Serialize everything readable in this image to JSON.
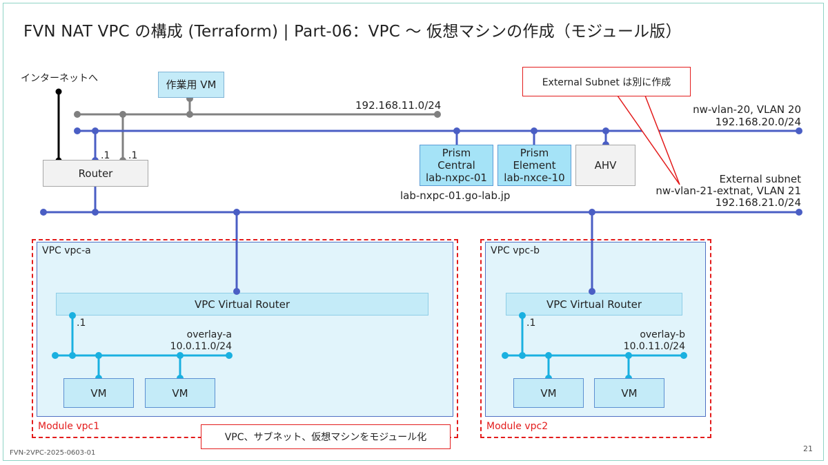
{
  "title": "FVN NAT VPC の構成 (Terraform) | Part-06：VPC ～ 仮想マシンの作成（モジュール版）",
  "internet_label": "インターネットへ",
  "work_vm": "作業用 VM",
  "net_192_168_11": "192.168.11.0/24",
  "vlan20": {
    "name": "nw-vlan-20, VLAN 20",
    "cidr": "192.168.20.0/24"
  },
  "external": {
    "label": "External subnet",
    "name": "nw-vlan-21-extnat, VLAN 21",
    "cidr": "192.168.21.0/24"
  },
  "router": {
    "label": "Router",
    "if1": ".1",
    "if2": ".1"
  },
  "prism_central": {
    "line1": "Prism",
    "line2": "Central",
    "line3": "lab-nxpc-01"
  },
  "prism_element": {
    "line1": "Prism",
    "line2": "Element",
    "line3": "lab-nxce-10"
  },
  "ahv": "AHV",
  "pc_fqdn": "lab-nxpc-01.go-lab.jp",
  "callout_external": "External Subnet は別に作成",
  "callout_module": "VPC、サブネット、仮想マシンをモジュール化",
  "vpc_a": {
    "name": "VPC vpc-a",
    "router": "VPC Virtual Router",
    "gw": ".1",
    "overlay": "overlay-a",
    "cidr": "10.0.11.0/24",
    "vm1": "VM",
    "vm2": "VM",
    "module": "Module vpc1"
  },
  "vpc_b": {
    "name": "VPC vpc-b",
    "router": "VPC Virtual Router",
    "gw": ".1",
    "overlay": "overlay-b",
    "cidr": "10.0.11.0/24",
    "vm1": "VM",
    "vm2": "VM",
    "module": "Module vpc2"
  },
  "footer": "FVN-2VPC-2025-0603-01",
  "page_number": "21",
  "colors": {
    "net_blue": "#4a5ec4",
    "overlay_cyan": "#1ab0e0",
    "mgmt_gray": "#808080",
    "internet_black": "#000000",
    "red": "#e31b1b"
  }
}
